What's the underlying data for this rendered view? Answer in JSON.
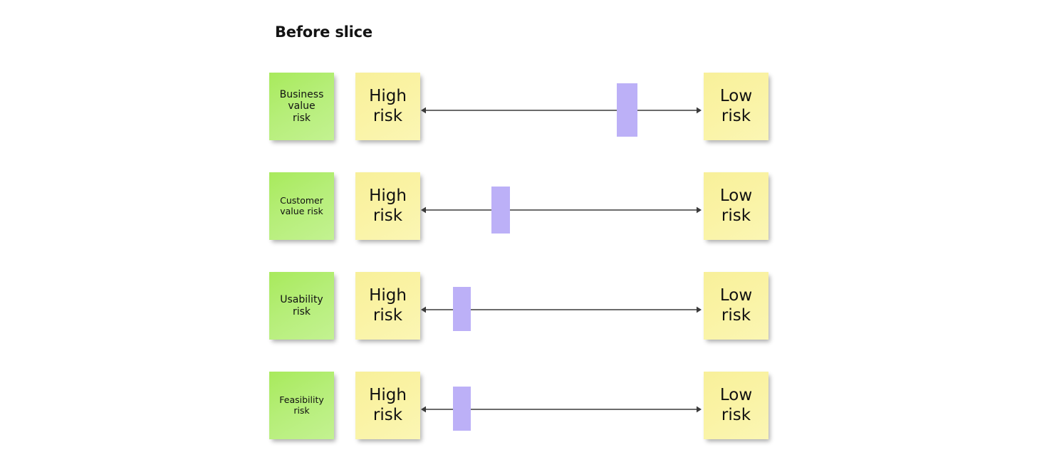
{
  "title": "Before slice",
  "scale": {
    "high_label": "High\nrisk",
    "high_label_line1": "High",
    "high_label_line2": "risk",
    "low_label_line1": "Low",
    "low_label_line2": "risk"
  },
  "colors": {
    "note_green": "#b4ed72",
    "note_yellow": "#faf3a0",
    "marker_purple": "#bcb0f7",
    "axis_line": "#3a3a3a",
    "background": "#ffffff",
    "text": "#111111"
  },
  "rows": [
    {
      "category": "Business value risk",
      "category_lines": [
        "Business",
        "value",
        "risk"
      ],
      "high_label": "High risk",
      "low_label": "Low risk",
      "marker_position_pct": 70,
      "marker_left_px": 866,
      "marker_width_px": 29,
      "marker_height_px": 75,
      "text_size": "large"
    },
    {
      "category": "Customer value risk",
      "category_lines": [
        "Customer",
        "value risk"
      ],
      "high_label": "High risk",
      "low_label": "Low risk",
      "marker_position_pct": 26,
      "marker_left_px": 690,
      "marker_width_px": 26,
      "marker_height_px": 66,
      "text_size": "small"
    },
    {
      "category": "Usability risk",
      "category_lines": [
        "Usability",
        "risk"
      ],
      "high_label": "High risk",
      "low_label": "Low risk",
      "marker_position_pct": 12,
      "marker_left_px": 636,
      "marker_width_px": 25,
      "marker_height_px": 62,
      "text_size": "large"
    },
    {
      "category": "Feasibility risk",
      "category_lines": [
        "Feasibility",
        "risk"
      ],
      "high_label": "High risk",
      "low_label": "Low risk",
      "marker_position_pct": 12,
      "marker_left_px": 636,
      "marker_width_px": 25,
      "marker_height_px": 62,
      "text_size": "large"
    }
  ]
}
